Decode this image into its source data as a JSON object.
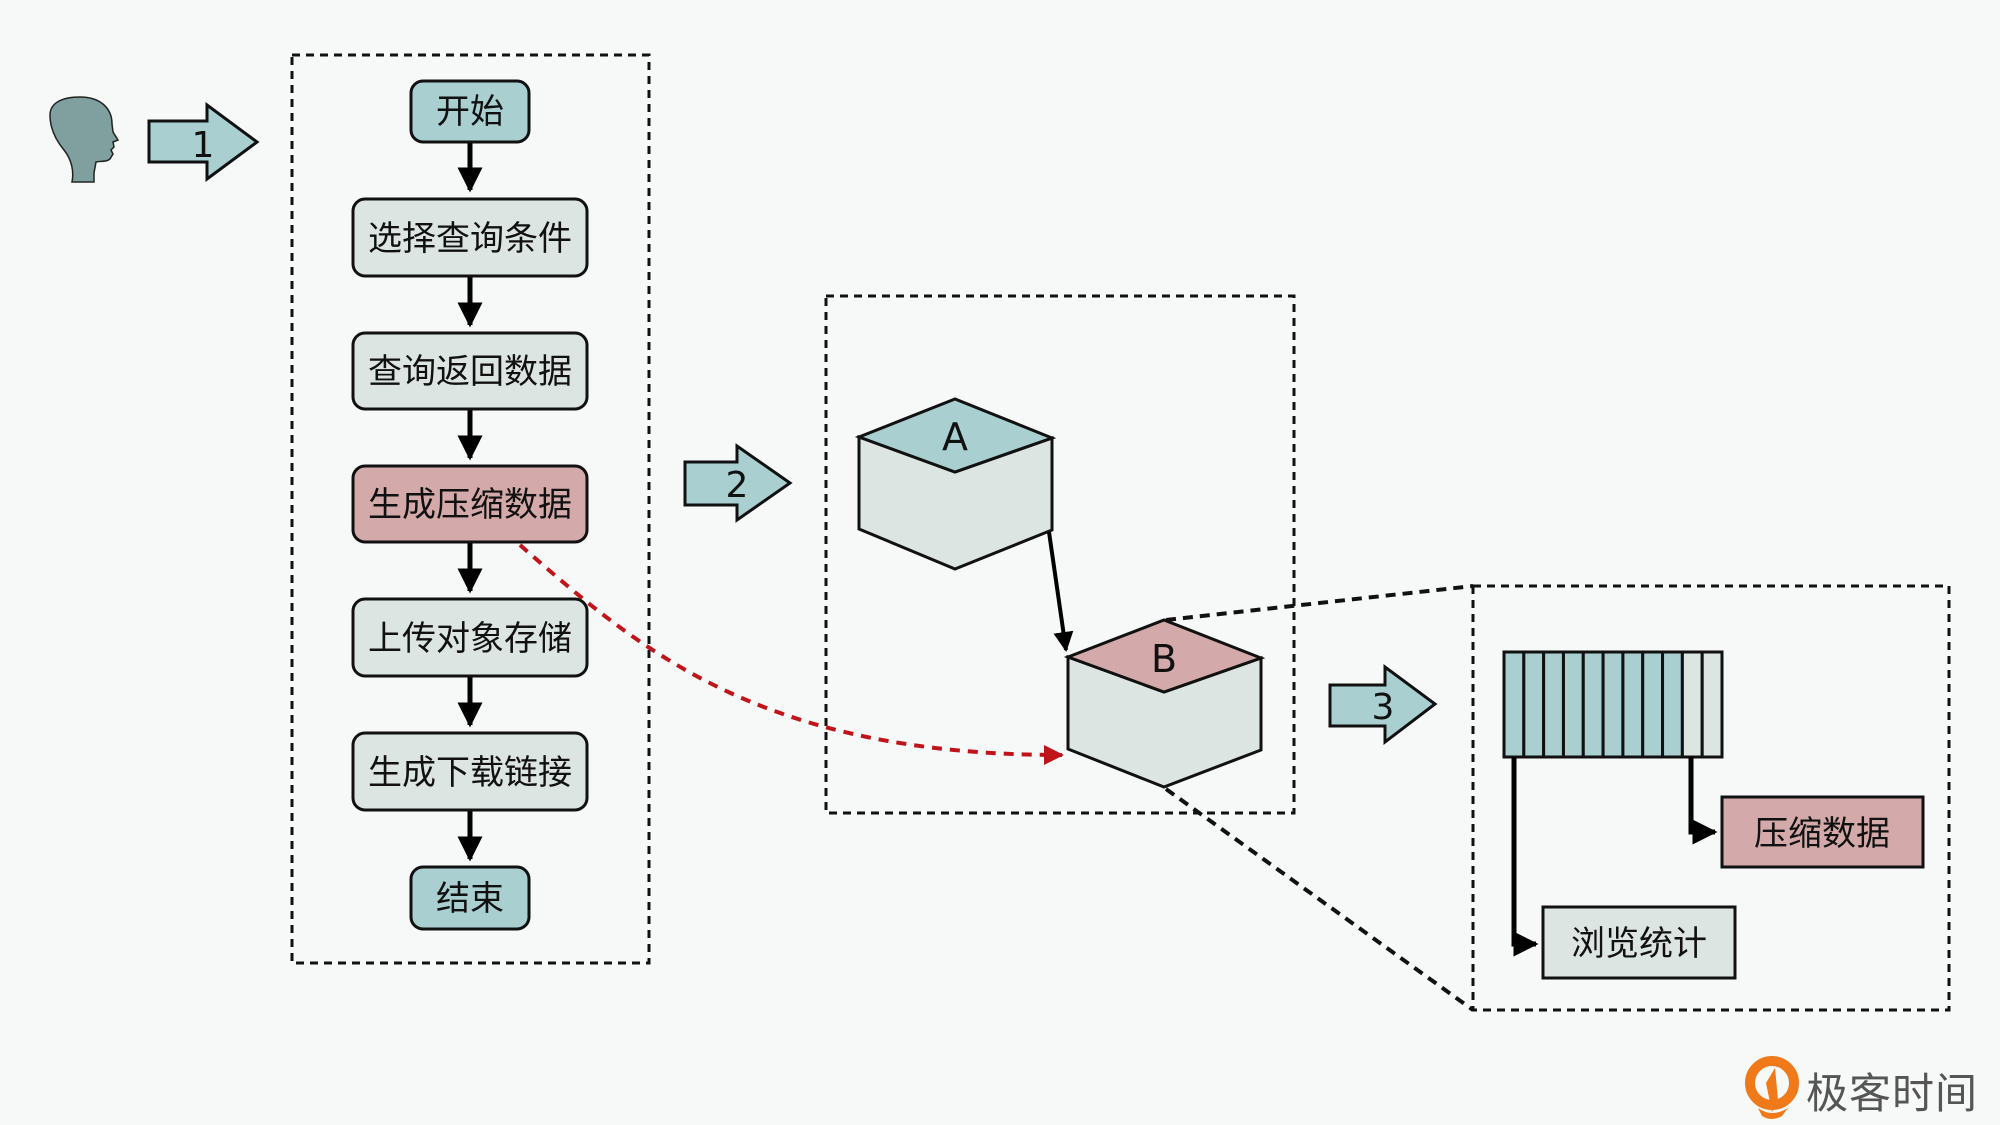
{
  "colors": {
    "background": "#f7f8f8",
    "teal": "#a9cfd1",
    "gray": "#dde5e2",
    "pink": "#d4a9a9",
    "head": "#809f9f",
    "red_dashed": "#c0141a",
    "logo_orange": "#f07a1a",
    "logo_text": "#555555"
  },
  "user": {
    "icon": "person-head-icon"
  },
  "step_arrows": [
    {
      "label": "1"
    },
    {
      "label": "2"
    },
    {
      "label": "3"
    }
  ],
  "flowchart": {
    "steps": [
      {
        "label": "开始",
        "kind": "terminal",
        "color": "teal"
      },
      {
        "label": "选择查询条件",
        "kind": "process",
        "color": "gray"
      },
      {
        "label": "查询返回数据",
        "kind": "process",
        "color": "gray"
      },
      {
        "label": "生成压缩数据",
        "kind": "process",
        "color": "pink"
      },
      {
        "label": "上传对象存储",
        "kind": "process",
        "color": "gray"
      },
      {
        "label": "生成下载链接",
        "kind": "process",
        "color": "gray"
      },
      {
        "label": "结束",
        "kind": "terminal",
        "color": "teal"
      }
    ]
  },
  "storage": {
    "nodes": [
      {
        "label": "A",
        "top_color": "teal"
      },
      {
        "label": "B",
        "top_color": "pink"
      }
    ]
  },
  "detail": {
    "strip": {
      "cells": 11,
      "filled_cells": 9
    },
    "outputs": [
      {
        "label": "压缩数据",
        "color": "pink"
      },
      {
        "label": "浏览统计",
        "color": "gray"
      }
    ]
  },
  "logo": {
    "text": "极客时间",
    "icon": "geektime-logo-icon"
  }
}
